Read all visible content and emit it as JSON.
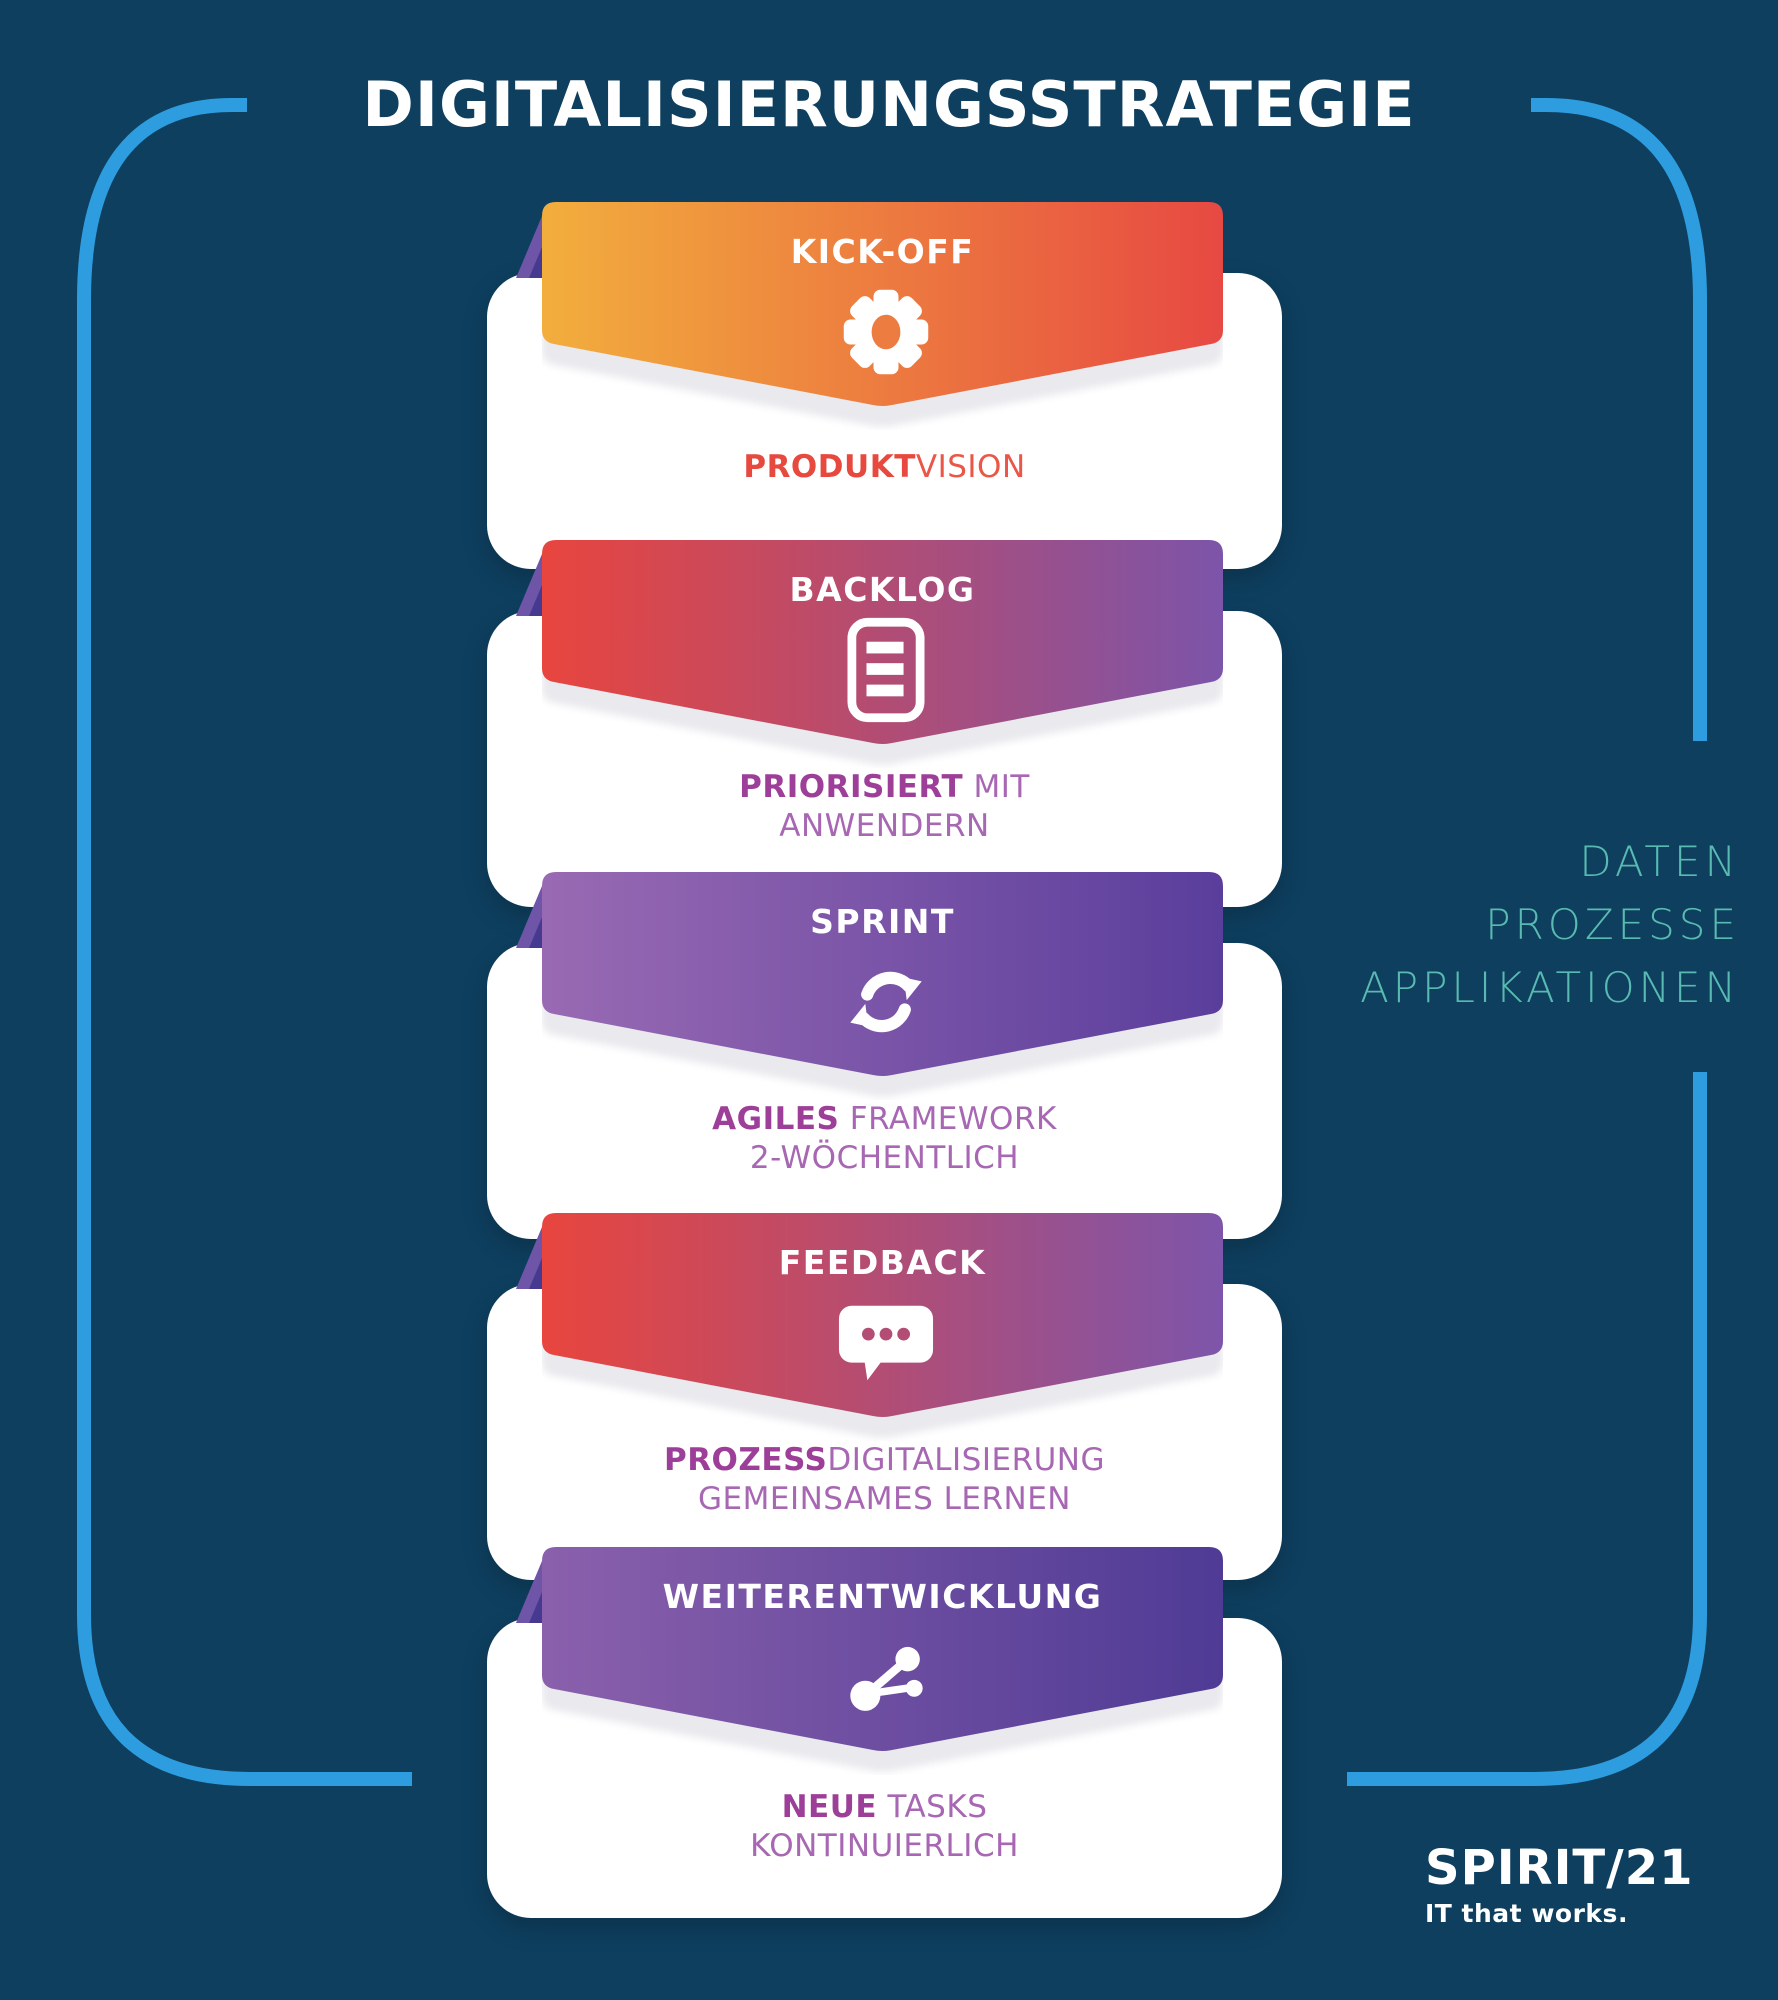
{
  "title": "DIGITALISIERUNGSSTRATEGIE",
  "stages": [
    {
      "banner": "KICK-OFF",
      "icon": "gear-icon",
      "gradient": [
        "#f2ae3d",
        "#e74942"
      ],
      "icon_accent": "#ed7c40",
      "lines": [
        [
          {
            "t": "PRODUKT",
            "bold": true
          },
          {
            "t": "VISION",
            "bold": false
          }
        ]
      ]
    },
    {
      "banner": "BACKLOG",
      "icon": "backlog-list-icon",
      "gradient": [
        "#e8453e",
        "#7c54a9"
      ],
      "icon_accent": "#b34d74",
      "lines": [
        [
          {
            "t": "PRIORISIERT",
            "bold": true
          },
          {
            "t": " MIT",
            "bold": false
          }
        ],
        [
          {
            "t": "ANWENDERN",
            "bold": false
          }
        ]
      ]
    },
    {
      "banner": "SPRINT",
      "icon": "sprint-cycle-icon",
      "gradient": [
        "#996ab3",
        "#5a3e9c"
      ],
      "icon_accent": "#7a54a8",
      "lines": [
        [
          {
            "t": "AGILES",
            "bold": true
          },
          {
            "t": " FRAMEWORK",
            "bold": false
          }
        ],
        [
          {
            "t": "2-WÖCHENTLICH",
            "bold": false
          }
        ]
      ]
    },
    {
      "banner": "FEEDBACK",
      "icon": "feedback-bubble-icon",
      "gradient": [
        "#e8453e",
        "#7d55aa"
      ],
      "icon_accent": "#b34d74",
      "lines": [
        [
          {
            "t": "PROZESS",
            "bold": true
          },
          {
            "t": "DIGITALISIERUNG",
            "bold": false
          }
        ],
        [
          {
            "t": "GEMEINSAMES LERNEN",
            "bold": false
          }
        ]
      ]
    },
    {
      "banner": "WEITERENTWICKLUNG",
      "icon": "share-icon",
      "gradient": [
        "#8a60ac",
        "#4f3b95"
      ],
      "icon_accent": "#6a4da0",
      "lines": [
        [
          {
            "t": "NEUE",
            "bold": true
          },
          {
            "t": " TASKS",
            "bold": false
          }
        ],
        [
          {
            "t": "KONTINUIERLICH",
            "bold": false
          }
        ]
      ]
    }
  ],
  "side_labels": [
    "DATEN",
    "PROZESSE",
    "APPLIKATIONEN"
  ],
  "logo": {
    "name": "SPIRIT/21",
    "tagline": "IT that works."
  },
  "colors": {
    "background": "#0e3f5f",
    "bracket": "#2d9de0",
    "side_text": "#58bab0",
    "card": "#ffffff",
    "banner_shadow": "#e9e9ee",
    "fold_light": "#6f55a8",
    "fold_dark": "#463a90",
    "banner_text": "#ffffff",
    "red_bold": "#e7493e",
    "red_regular": "#ea5748",
    "purple_bold": "#9d3f98",
    "purple_regular": "#a767b3"
  }
}
